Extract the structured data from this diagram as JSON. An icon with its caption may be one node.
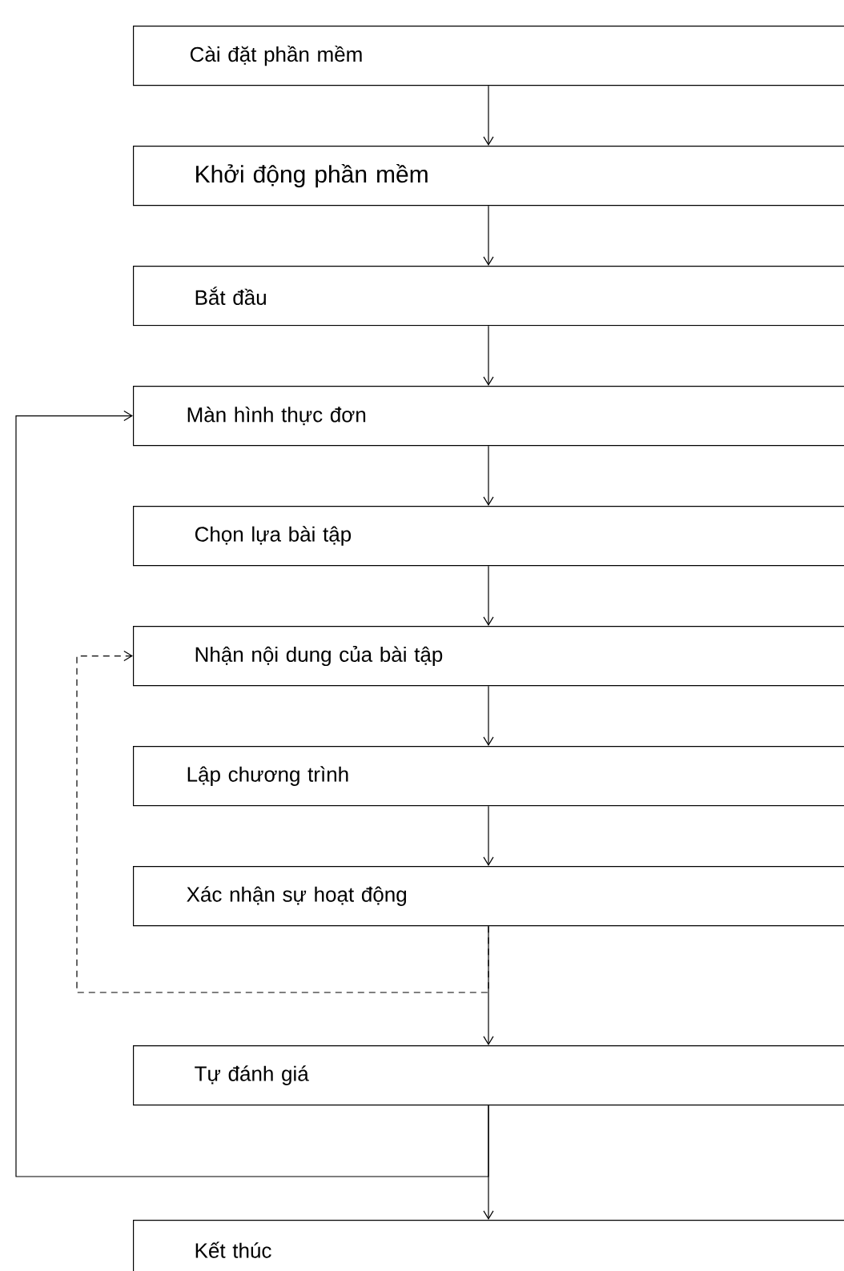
{
  "diagram": {
    "nodes": [
      {
        "text": [
          "Cài đặt phần mềm"
        ]
      },
      {
        "text": [
          "Khởi động phần mềm"
        ]
      },
      {
        "text": [
          "Bắt đầu"
        ]
      },
      {
        "text": [
          "Màn hình thực đơn"
        ]
      },
      {
        "text": [
          "Chọn lựa bài tập"
        ]
      },
      {
        "text": [
          "Nhận nội dung của bài tập"
        ]
      },
      {
        "text": [
          "Lập chương trình"
        ]
      },
      {
        "text": [
          "Xác nhận sự hoạt động"
        ]
      },
      {
        "text": [
          "Tự đánh giá"
        ]
      },
      {
        "text": [
          "Kết thúc"
        ]
      }
    ],
    "edges": [
      {
        "from": 0,
        "to": 1,
        "arrow": "to"
      },
      {
        "from": 1,
        "to": 2,
        "arrow": "to"
      },
      {
        "from": 2,
        "to": 3,
        "arrow": "to"
      },
      {
        "from": 3,
        "to": 4,
        "arrow": "to"
      },
      {
        "from": 4,
        "to": 5,
        "arrow": "to"
      },
      {
        "from": 5,
        "to": 6,
        "arrow": "to"
      },
      {
        "from": 6,
        "to": 7,
        "arrow": "to"
      },
      {
        "from": 7,
        "to": 8,
        "arrow": "to"
      },
      {
        "from": 7,
        "to": 5,
        "arrow": "to",
        "style": "dashed"
      },
      {
        "from": 8,
        "to": 9,
        "arrow": "to"
      },
      {
        "from": 8,
        "to": 3,
        "arrow": "to"
      }
    ]
  }
}
